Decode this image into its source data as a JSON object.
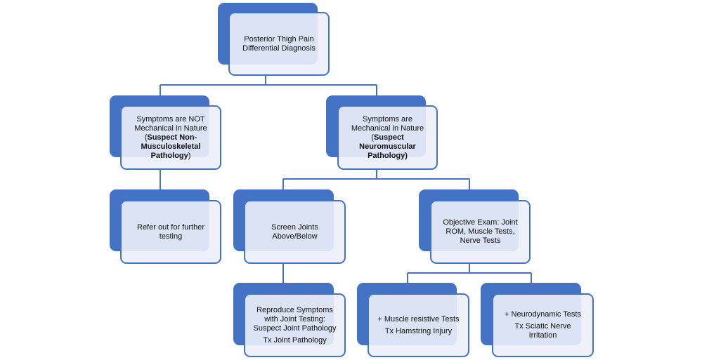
{
  "nodes": {
    "root": {
      "lines": [
        "Posterior Thigh Pain",
        "Differential Diagnosis"
      ]
    },
    "not_mechanical": {
      "pre": "Symptoms are NOT Mechanical in Nature ",
      "open": "(",
      "bold": "Suspect Non-Musculoskeletal Pathology",
      "close": ")"
    },
    "mechanical": {
      "pre": "Symptoms are Mechanical in Nature (",
      "bold": "Suspect Neuromuscular",
      "post": "Pathology)"
    },
    "refer": {
      "text": "Refer out for further testing"
    },
    "screen": {
      "text": "Screen Joints Above/Below"
    },
    "objective": {
      "text": "Objective Exam: Joint ROM, Muscle Tests, Nerve Tests"
    },
    "reproduce": {
      "text": "Reproduce Symptoms with Joint Testing: Suspect Joint Pathology",
      "tx": "Tx Joint Pathology"
    },
    "muscle": {
      "text": "+ Muscle resistive Tests",
      "tx": "Tx Hamstring Injury"
    },
    "neuro": {
      "text": "+ Neurodynamic Tests",
      "tx": "Tx Sciatic Nerve Irritation"
    }
  },
  "colors": {
    "accent": "#4472c4",
    "fill": "#ecf0f9"
  }
}
